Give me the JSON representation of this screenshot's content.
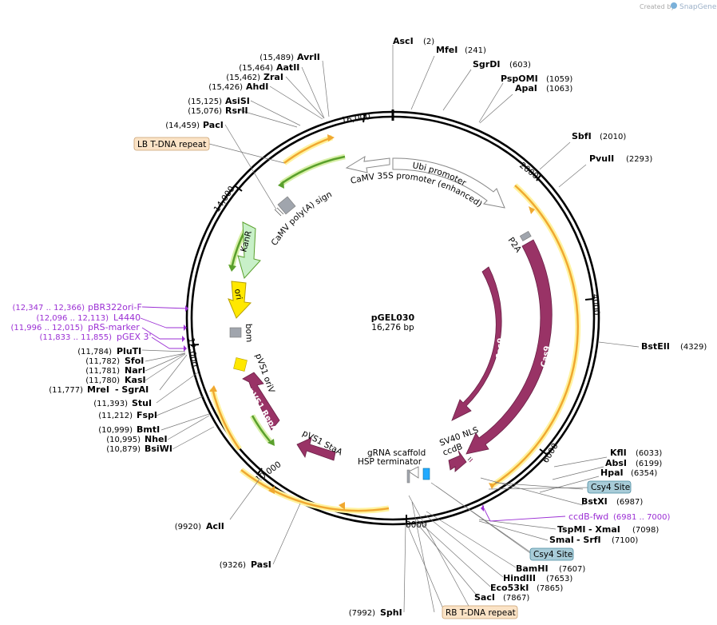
{
  "credit": {
    "prefix": "Created by",
    "brand": "SnapGene"
  },
  "plasmid": {
    "name": "pGEL030",
    "size": "16,276 bp"
  },
  "ticks": [
    "16,000",
    "2000",
    "4000",
    "6000",
    "8000",
    "10,000",
    "12,000",
    "14,000"
  ],
  "left_sites": [
    {
      "pos": "(15,489)",
      "name": "AvrII"
    },
    {
      "pos": "(15,464)",
      "name": "AatII"
    },
    {
      "pos": "(15,462)",
      "name": "ZraI"
    },
    {
      "pos": "(15,426)",
      "name": "AhdI"
    },
    {
      "pos": "(15,125)",
      "name": "AsiSI"
    },
    {
      "pos": "(15,076)",
      "name": "RsrII"
    },
    {
      "pos": "(14,459)",
      "name": "PacI"
    },
    {
      "pos": "(11,784)",
      "name": "PluTI"
    },
    {
      "pos": "(11,782)",
      "name": "SfoI"
    },
    {
      "pos": "(11,781)",
      "name": "NarI"
    },
    {
      "pos": "(11,780)",
      "name": "KasI"
    },
    {
      "pos": "(11,777)",
      "name": "MreI",
      "extra": "- SgrAI"
    },
    {
      "pos": "(11,393)",
      "name": "StuI"
    },
    {
      "pos": "(11,212)",
      "name": "FspI"
    },
    {
      "pos": "(10,999)",
      "name": "BmtI"
    },
    {
      "pos": "(10,995)",
      "name": "NheI"
    },
    {
      "pos": "(10,879)",
      "name": "BsiWI"
    },
    {
      "pos": "(9920)",
      "name": "AclI"
    },
    {
      "pos": "(9326)",
      "name": "PasI"
    },
    {
      "pos": "(7992)",
      "name": "SphI"
    }
  ],
  "right_sites": [
    {
      "name": "AscI",
      "pos": "(2)"
    },
    {
      "name": "MfeI",
      "pos": "(241)"
    },
    {
      "name": "SgrDI",
      "pos": "(603)"
    },
    {
      "name": "PspOMI",
      "pos": "(1059)"
    },
    {
      "name": "ApaI",
      "pos": "(1063)"
    },
    {
      "name": "SbfI",
      "pos": "(2010)"
    },
    {
      "name": "PvuII",
      "pos": "(2293)"
    },
    {
      "name": "BstEII",
      "pos": "(4329)"
    },
    {
      "name": "KflI",
      "pos": "(6033)"
    },
    {
      "name": "AbsI",
      "pos": "(6199)"
    },
    {
      "name": "HpaI",
      "pos": "(6354)"
    },
    {
      "name": "BstXI",
      "pos": "(6987)"
    },
    {
      "name": "TspMI",
      "extra": "- XmaI",
      "pos": "(7098)"
    },
    {
      "name": "SmaI",
      "extra": "- SrfI",
      "pos": "(7100)"
    },
    {
      "name": "BamHI",
      "pos": "(7607)"
    },
    {
      "name": "HindIII",
      "pos": "(7653)"
    },
    {
      "name": "Eco53kI",
      "pos": "(7865)"
    },
    {
      "name": "SacI",
      "pos": "(7867)"
    }
  ],
  "primers": [
    {
      "pos": "(12,347 .. 12,366)",
      "name": "pBR322ori-F"
    },
    {
      "pos": "(12,096 .. 12,113)",
      "name": "L4440"
    },
    {
      "pos": "(11,996 .. 12,015)",
      "name": "pRS-marker"
    },
    {
      "pos": "(11,833 .. 11,855)",
      "name": "pGEX 3'"
    },
    {
      "name": "ccdB-fwd",
      "pos": "(6981 .. 7000)"
    }
  ],
  "boxed": {
    "lb": "LB T-DNA repeat",
    "rb": "RB T-DNA repeat",
    "csy4_a": "Csy4 Site",
    "csy4_b": "Csy4 Site"
  },
  "features": {
    "ubi": "Ubi promoter",
    "camv35s": "CaMV 35S promoter (enhanced)",
    "polya": "CaMV poly(A) signal",
    "kanr": "KanR",
    "ori": "ori",
    "bom": "bom",
    "pvs1_oriv": "pVS1 oriV",
    "pvs1_repa": "pVS1 RepA",
    "pvs1_staa": "pVS1 StaA",
    "grna": "gRNA scaffold",
    "hsp": "HSP terminator",
    "sv40": "SV40 NLS",
    "ccdb": "ccdB",
    "p2a": "P2A",
    "cas9_inner": "Cas9",
    "cas9_outer": "Cas9"
  },
  "colors": {
    "cas9": "#993366",
    "tdna": "#f0a830",
    "marker": "#5aa02c",
    "ori": "#ffe800",
    "primer": "#9b2fd4",
    "csy4_fill": "#a8ccd8",
    "tdna_box": "#fbe3c6"
  }
}
